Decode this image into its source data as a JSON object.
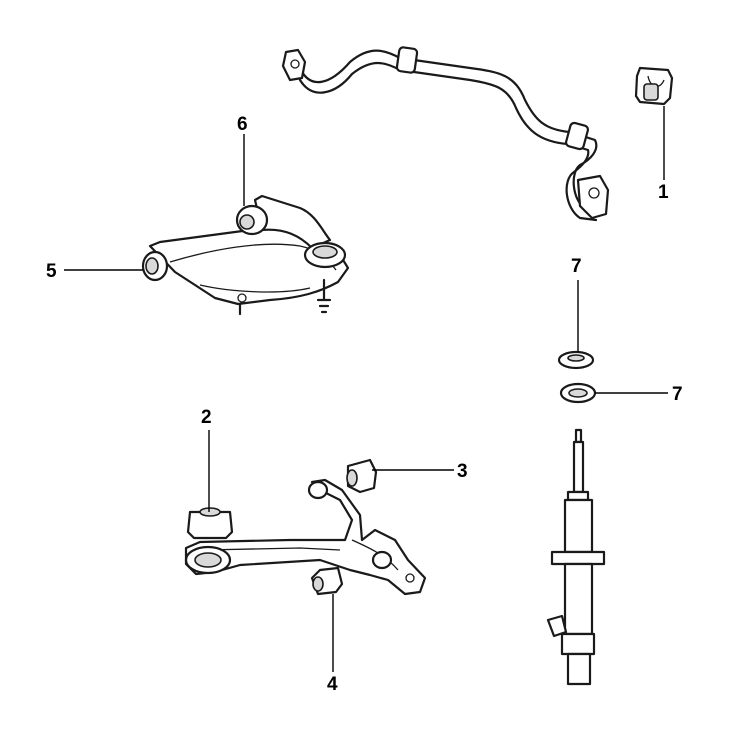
{
  "callouts": [
    {
      "id": "1",
      "label": "1"
    },
    {
      "id": "2",
      "label": "2"
    },
    {
      "id": "3",
      "label": "3"
    },
    {
      "id": "4",
      "label": "4"
    },
    {
      "id": "5",
      "label": "5"
    },
    {
      "id": "6",
      "label": "6"
    },
    {
      "id": "7a",
      "label": "7"
    },
    {
      "id": "7b",
      "label": "7"
    }
  ],
  "colors": {
    "line": "#1a1a1a",
    "background": "#ffffff",
    "shade": "#d9d9d9"
  }
}
